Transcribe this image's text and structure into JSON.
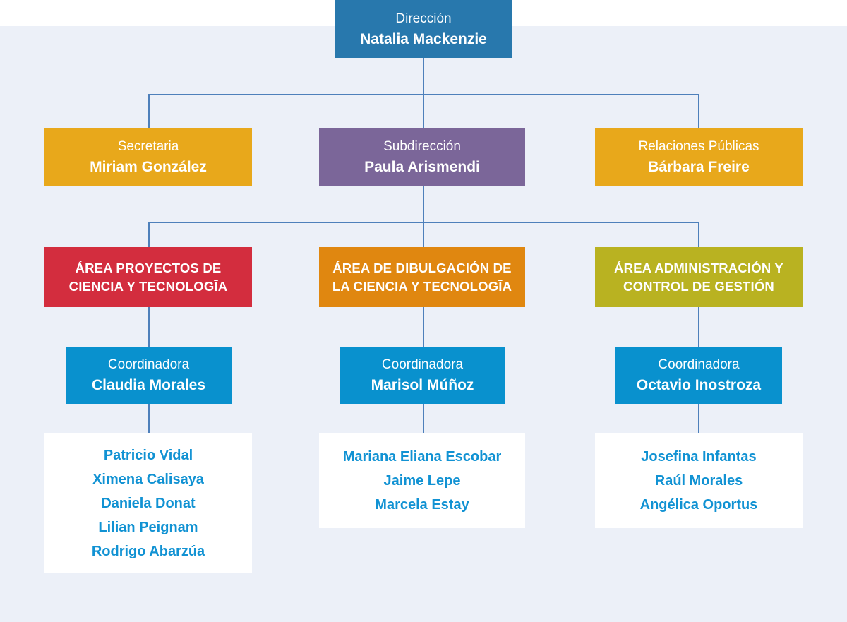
{
  "colors": {
    "background": "#ECF0F8",
    "top_band": "#FFFFFF",
    "connector_line": "#4E80BB",
    "direccion_blue": "#2878AD",
    "gold": "#E8A81B",
    "purple": "#7B6699",
    "red": "#D32D3E",
    "orange": "#E08710",
    "olive": "#B9B221",
    "coordinator_blue": "#0991CE",
    "member_text_blue": "#1192D3"
  },
  "org": {
    "direccion": {
      "role": "Dirección",
      "name": "Natalia Mackenzie"
    },
    "level2": [
      {
        "role": "Secretaria",
        "name": "Miriam González"
      },
      {
        "role": "Subdirección",
        "name": "Paula Arismendi"
      },
      {
        "role": "Relaciones Públicas",
        "name": "Bárbara Freire"
      }
    ],
    "areas": [
      {
        "line1": "ÁREA PROYECTOS DE",
        "line2": "CIENCIA Y TECNOLOGĪA"
      },
      {
        "line1": "ÁREA DE DIBULGACIÓN DE",
        "line2": "LA CIENCIA Y TECNOLOGĪA"
      },
      {
        "line1": "ÁREA ADMINISTRACIÓN Y",
        "line2": "CONTROL DE GESTIÓN"
      }
    ],
    "coordinators": [
      {
        "role": "Coordinadora",
        "name": "Claudia Morales"
      },
      {
        "role": "Coordinadora",
        "name": "Marisol Múñoz"
      },
      {
        "role": "Coordinadora",
        "name": "Octavio Inostroza"
      }
    ],
    "teams": [
      {
        "members": [
          "Patricio Vidal",
          "Ximena Calisaya",
          "Daniela Donat",
          "Lilian Peignam",
          "Rodrigo Abarzúa"
        ]
      },
      {
        "members": [
          "Mariana Eliana Escobar",
          "Jaime Lepe",
          "Marcela Estay"
        ]
      },
      {
        "members": [
          "Josefina Infantas",
          "Raúl Morales",
          "Angélica Oportus"
        ]
      }
    ]
  }
}
